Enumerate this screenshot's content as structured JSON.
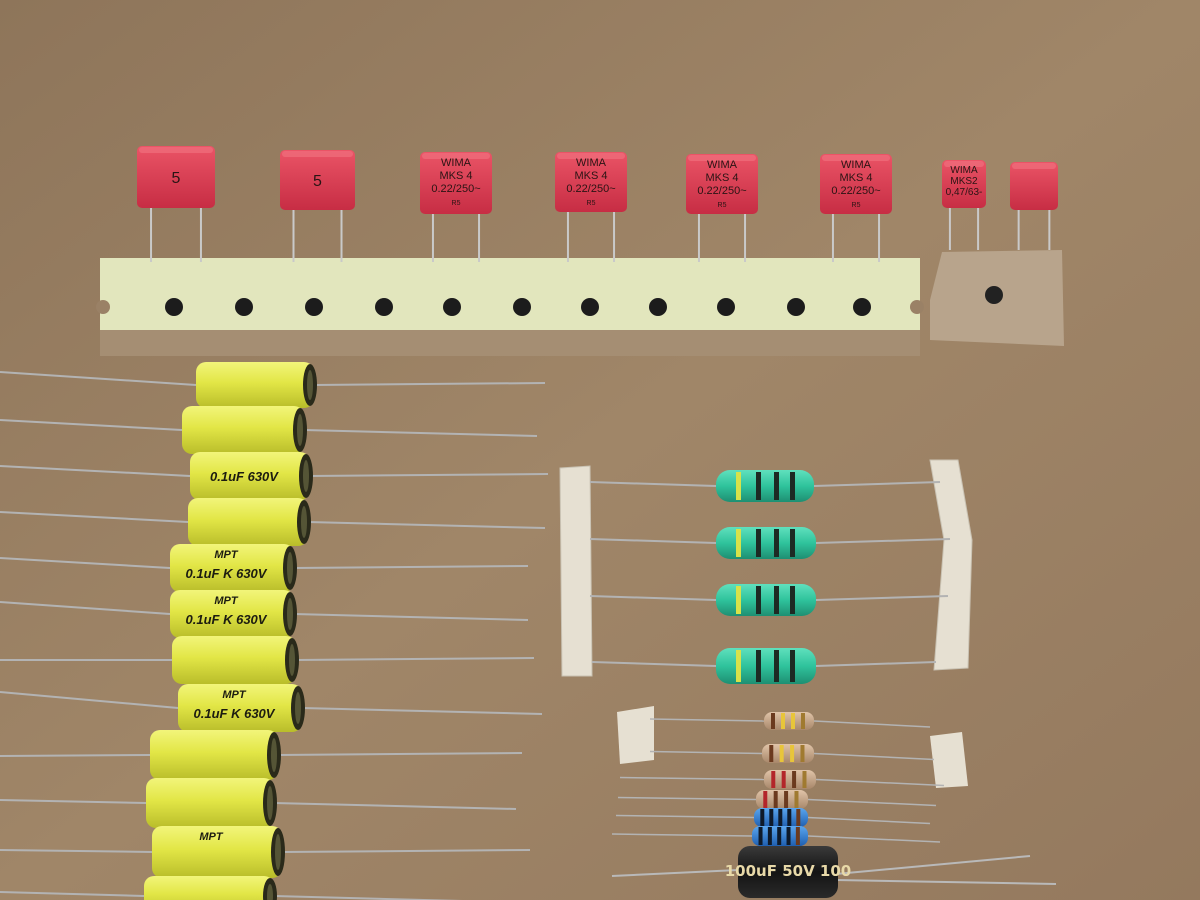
{
  "colors": {
    "cardboard": "#9a8166",
    "wima_red": "#dd3e52",
    "film_yellow": "#e4e84a",
    "resistor_green": "#2fc39c",
    "metal_film_blue": "#2f7fd0",
    "carbon_beige": "#c7a78a",
    "tape": "#e3e7bd",
    "electrolytic": "#1c1c1c"
  },
  "box_caps": [
    {
      "lines": [
        "5"
      ]
    },
    {
      "lines": [
        "5"
      ]
    },
    {
      "lines": [
        "WIMA",
        "MKS 4",
        "0.22/250~",
        "R5"
      ]
    },
    {
      "lines": [
        "WIMA",
        "MKS 4",
        "0.22/250~",
        "R5"
      ]
    },
    {
      "lines": [
        "WIMA",
        "MKS 4",
        "0.22/250~",
        "R5"
      ]
    },
    {
      "lines": [
        "WIMA",
        "MKS 4",
        "0.22/250~",
        "R5"
      ]
    },
    {
      "lines": [
        "WIMA",
        "MKS2",
        "0,47/63-"
      ]
    },
    {
      "lines": []
    }
  ],
  "axial_caps": [
    {
      "lines": []
    },
    {
      "lines": []
    },
    {
      "lines": [
        "0.1uF 630V"
      ]
    },
    {
      "lines": []
    },
    {
      "lines": [
        "MPT",
        "0.1uF K 630V"
      ]
    },
    {
      "lines": [
        "MPT",
        "0.1uF K 630V"
      ]
    },
    {
      "lines": []
    },
    {
      "lines": [
        "MPT",
        "0.1uF K 630V"
      ]
    },
    {
      "lines": []
    },
    {
      "lines": []
    },
    {
      "lines": [
        "MPT"
      ]
    },
    {
      "lines": []
    }
  ],
  "power_resistors": 4,
  "small_resistors": [
    {
      "type": "carbon"
    },
    {
      "type": "carbon"
    },
    {
      "type": "carbon"
    },
    {
      "type": "carbon"
    },
    {
      "type": "metal_film"
    },
    {
      "type": "metal_film"
    }
  ],
  "electrolytic": {
    "label": "100uF 50V 100"
  }
}
